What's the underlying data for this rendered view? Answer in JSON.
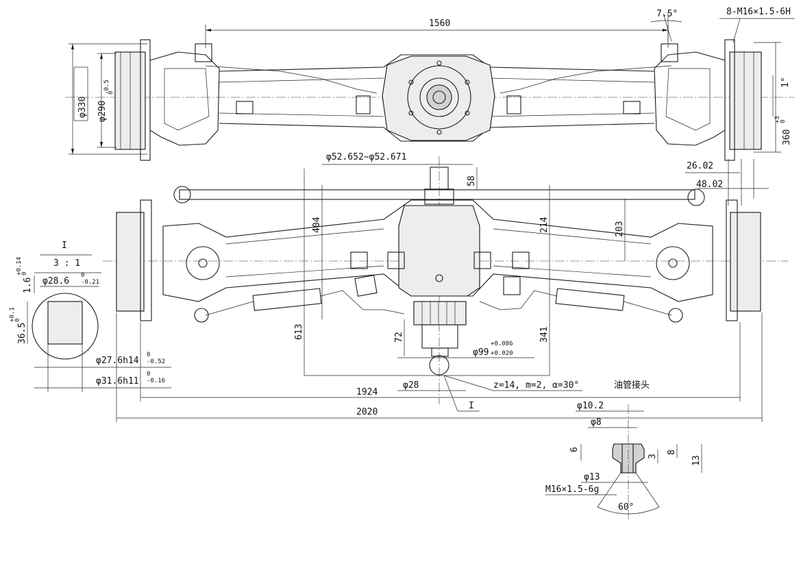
{
  "colors": {
    "line": "#111111",
    "paper": "#ffffff",
    "shade": "#ededed"
  },
  "top_view": {
    "overall_center_distance": "1560",
    "angle_label": "7.5°",
    "flange_thread_callout": "8-M16×1.5-6H",
    "flange_diameter_outer": "φ330",
    "flange_diameter_pilot": "φ290",
    "pilot_tol_upper": "0",
    "pilot_tol_lower": "-0.5",
    "tilt_angle": "1°",
    "wheel_flange_dia": "360",
    "wheel_flange_tol_upper": "+3",
    "wheel_flange_tol_lower": "0"
  },
  "front_view": {
    "input_shaft_dia_range": "φ52.652~φ52.671",
    "dim_58": "58",
    "dim_404": "404",
    "dim_214": "214",
    "dim_203": "203",
    "dim_26_02": "26.02",
    "dim_48_02": "48.02",
    "dim_613": "613",
    "dim_72": "72",
    "dim_341": "341",
    "dim_99": "φ99",
    "dim_99_tol_upper": "+0.086",
    "dim_99_tol_lower": "+0.020",
    "dim_28": "φ28",
    "spline_spec": "z=14, m=2, α=30°",
    "oil_fitting_label": "油管接头",
    "track_1924": "1924",
    "overall_2020": "2020",
    "detail_marker": "I"
  },
  "detail_I": {
    "title": "I",
    "scale": "3 : 1",
    "dim_1_6": "1.6",
    "dim_1_6_tol_upper": "+0.14",
    "dim_1_6_tol_lower": "0",
    "dim_28_6": "φ28.6",
    "dim_28_6_tol_upper": "0",
    "dim_28_6_tol_lower": "-0.21",
    "dim_36_5": "36.5",
    "dim_36_5_tol_upper": "+0.1",
    "dim_36_5_tol_lower": "0",
    "dim_27_6": "φ27.6h14",
    "dim_27_6_tol_upper": "0",
    "dim_27_6_tol_lower": "-0.52",
    "dim_31_6": "φ31.6h11",
    "dim_31_6_tol_upper": "0",
    "dim_31_6_tol_lower": "-0.16"
  },
  "fitting_detail": {
    "dim_10_2": "φ10.2",
    "dim_8_bore": "φ8",
    "dim_6": "6",
    "dim_3": "3",
    "dim_8_h": "8",
    "dim_13_h": "13",
    "dim_13_dia": "φ13",
    "thread": "M16×1.5-6g",
    "angle": "60°"
  }
}
